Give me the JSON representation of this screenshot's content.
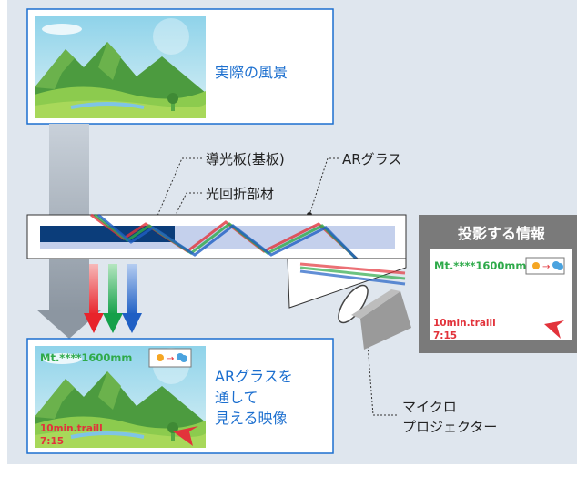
{
  "labels": {
    "real_scenery": "実際の風景",
    "light_guide": "導光板(基板)",
    "ar_glasses": "ARグラス",
    "light_fold": "光回折部材",
    "projected_info_header": "投影する情報",
    "seen_image_line1": "ARグラスを",
    "seen_image_line2": "通して",
    "seen_image_line3": "見える映像",
    "micro_projector_line1": "マイクロ",
    "micro_projector_line2": "プロジェクター"
  },
  "hud": {
    "mountain_text": "Mt.****1600mm",
    "trail_line1": "10min.traill",
    "trail_line2": "7:15"
  },
  "colors": {
    "background": "#dfe6ee",
    "blue_label": "#1c6fcf",
    "hud_green": "#2eaa4a",
    "hud_red": "#e2333b",
    "panel_gray": "#7a7a7a",
    "guide_dark": "#0b3d7a",
    "guide_light": "#c4d0ec"
  },
  "icons": [
    "sun-to-cloud-icon",
    "pointer-arrow-icon",
    "down-arrow-red",
    "down-arrow-green",
    "down-arrow-blue"
  ]
}
